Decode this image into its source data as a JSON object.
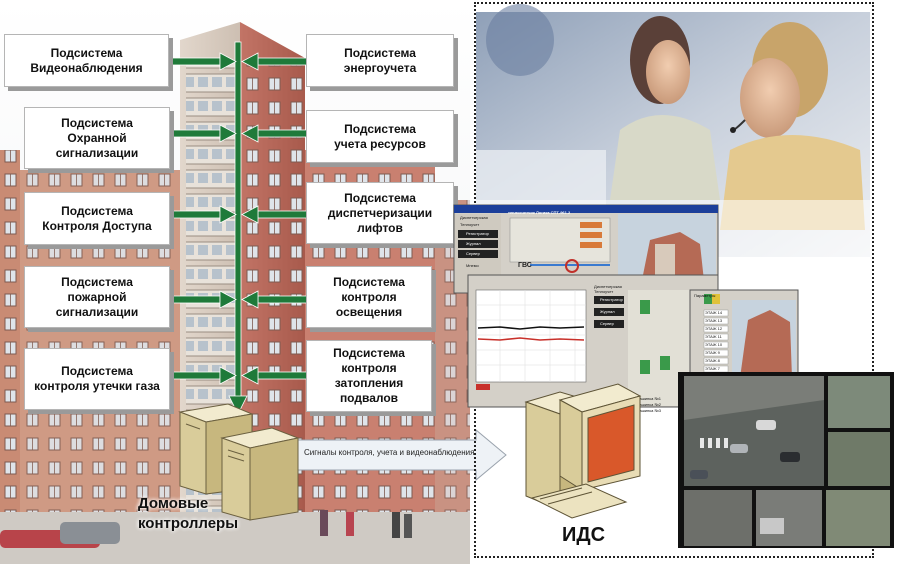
{
  "left_subsystems": [
    {
      "label": "Подсистема\nВидеонаблюдения"
    },
    {
      "label": "Подсистема\nОхранной\nсигнализации"
    },
    {
      "label": "Подсистема\nКонтроля Доступа"
    },
    {
      "label": "Подсистема\nпожарной\nсигнализации"
    },
    {
      "label": "Подсистема\nконтроля утечки газа"
    }
  ],
  "right_subsystems": [
    {
      "label": "Подсистема\nэнергоучета"
    },
    {
      "label": "Подсистема\nучета ресурсов"
    },
    {
      "label": "Подсистема\nдиспетчеризации\nлифтов"
    },
    {
      "label": "Подсистема\nконтроля\nосвещения"
    },
    {
      "label": "Подсистема\nконтроля\nзатопления\nподвалов"
    }
  ],
  "controllers_label": "Домовые\nконтроллеры",
  "signal_label": "Сигналы контроля, учета и видеонаблюдения",
  "ids_label": "ИДС",
  "screen1": {
    "title": "теплосчетчик Логика СПТ-961.2",
    "gvs": "ГВС",
    "menu": [
      "Диспетчерская",
      "Теплоучет"
    ],
    "buttons": [
      "Регистратор",
      "Журнал",
      "Сервер",
      "Мнемо"
    ]
  },
  "screen2": {
    "buttons": [
      "Регистратор",
      "Журнал",
      "Сервер"
    ],
    "panel": [
      "Диспетчерская",
      "Теплоучет"
    ]
  },
  "screen3": {
    "title": "Параметры",
    "rows": [
      "ЭТАЖ 14",
      "ЭТАЖ 13",
      "ЭТАЖ 12",
      "ЭТАЖ 11",
      "ЭТАЖ 10",
      "ЭТАЖ 9",
      "ЭТАЖ 8",
      "ЭТАЖ 7"
    ],
    "machines": [
      "Машинка №1",
      "Машинка №2",
      "Машинка №3"
    ]
  },
  "colors": {
    "arrow_green": "#1f7a3a",
    "building_brick": "#b5695a",
    "monitor_beige": "#e8dcb5",
    "screen_orange": "#d9582a",
    "app_bg": "#d4d0c8"
  }
}
